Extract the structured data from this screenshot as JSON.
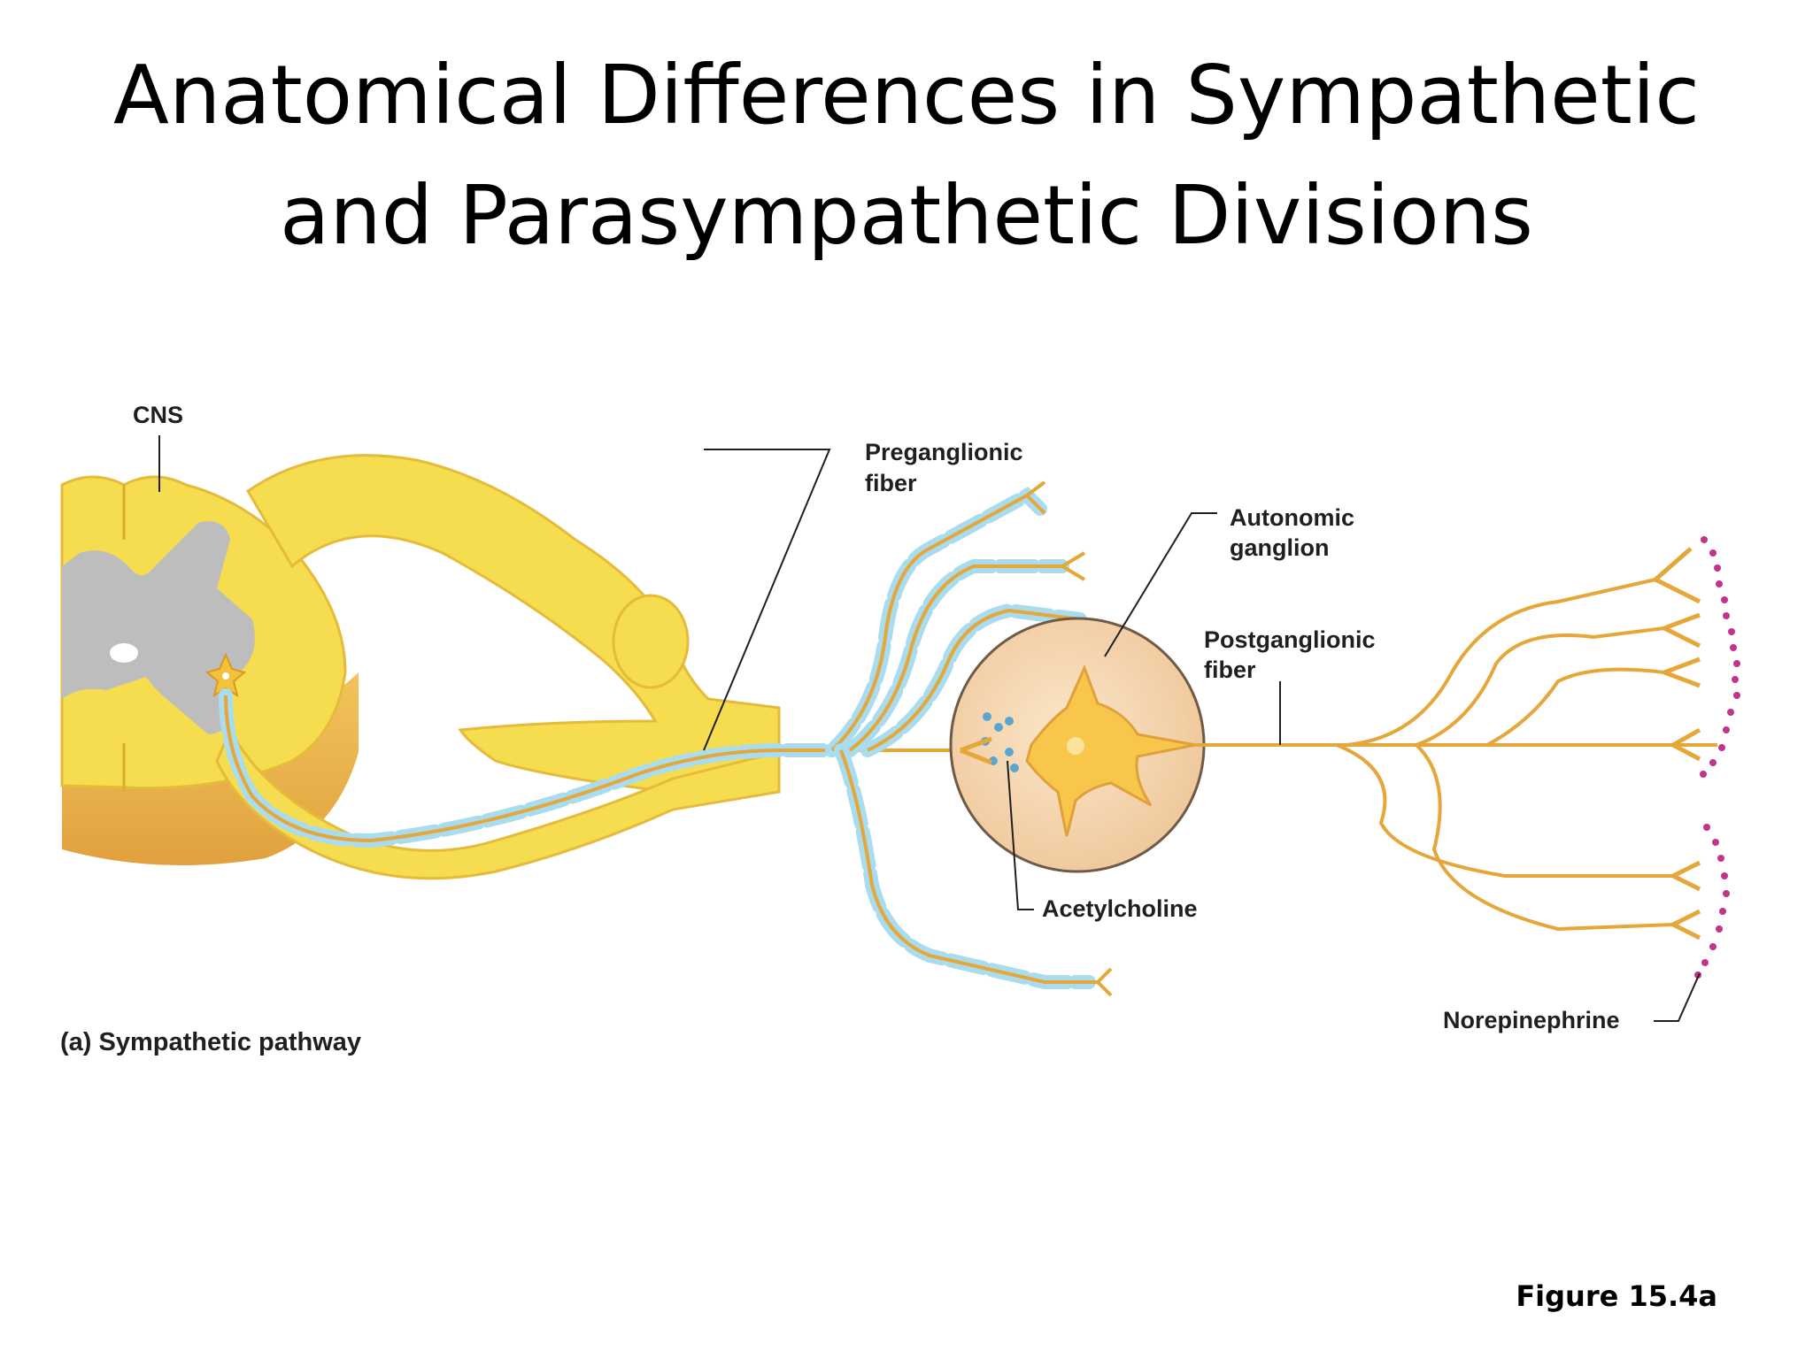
{
  "slide": {
    "title_line1": "Anatomical Differences in Sympathetic",
    "title_line2": "and Parasympathetic Divisions",
    "figure_number": "Figure 15.4a"
  },
  "diagram": {
    "labels": {
      "cns": "CNS",
      "preganglionic_1": "Preganglionic",
      "preganglionic_2": "fiber",
      "autonomic_1": "Autonomic",
      "autonomic_2": "ganglion",
      "postganglionic_1": "Postganglionic",
      "postganglionic_2": "fiber",
      "acetylcholine": "Acetylcholine",
      "norepinephrine": "Norepinephrine",
      "panel": "(a) Sympathetic pathway"
    }
  },
  "colors": {
    "nerve_yellow": "#f6dc4f",
    "nerve_shadow": "#e0b534",
    "gray_matter": "#bdbdbd",
    "myelin": "#a9dcef",
    "fiber": "#e5a73a",
    "ganglion": "#f6d6b0",
    "acetylcholine_dots": "#5aa6cf",
    "norepinephrine_dots": "#c0358a"
  }
}
